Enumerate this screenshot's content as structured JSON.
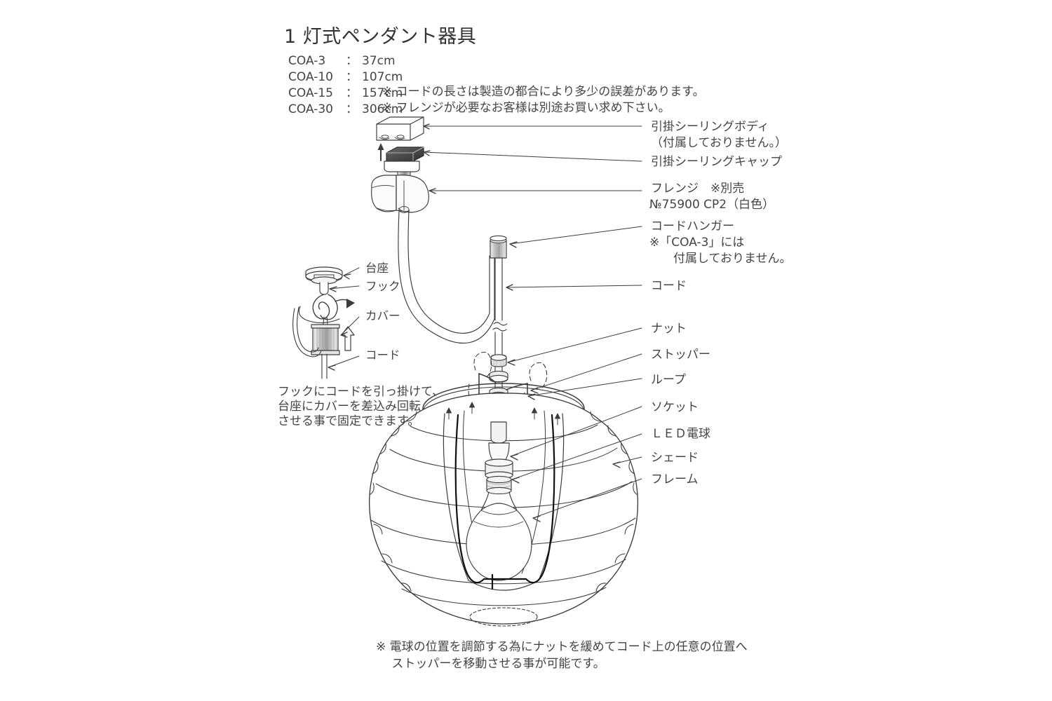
{
  "document": {
    "title": "1 灯式ペンダント器具",
    "background_color": "#ffffff",
    "line_color": "#3c3c3c",
    "text_color": "#444444"
  },
  "specs": {
    "rows": [
      {
        "model": "COA-3",
        "sep": "：",
        "length": "37cm"
      },
      {
        "model": "COA-10",
        "sep": "：",
        "length": "107cm"
      },
      {
        "model": "COA-15",
        "sep": "：",
        "length": "157cm"
      },
      {
        "model": "COA-30",
        "sep": "：",
        "length": "306cm"
      }
    ]
  },
  "notes": {
    "cord_tolerance": "※ コードの長さは製造の都合により多少の誤差があります。",
    "flange_separate": "※ フレンジが必要なお客様は別途お買い求め下さい。"
  },
  "callouts_right": [
    {
      "id": "ceiling-body",
      "line1": "引掛シーリングボディ",
      "line2": "（付属しておりません。）",
      "line3": ""
    },
    {
      "id": "ceiling-cap",
      "line1": "引掛シーリングキャップ",
      "line2": "",
      "line3": ""
    },
    {
      "id": "flange",
      "line1": "フレンジ　※別売",
      "line2": "№75900 CP2（白色）",
      "line3": ""
    },
    {
      "id": "cord-hanger",
      "line1": "コードハンガー",
      "line2": "※「COA-3」には",
      "line3": "　　付属しておりません。"
    },
    {
      "id": "cord",
      "line1": "コード",
      "line2": "",
      "line3": ""
    },
    {
      "id": "nut",
      "line1": "ナット",
      "line2": "",
      "line3": ""
    },
    {
      "id": "stopper",
      "line1": "ストッパー",
      "line2": "",
      "line3": ""
    },
    {
      "id": "loop",
      "line1": "ループ",
      "line2": "",
      "line3": ""
    },
    {
      "id": "socket",
      "line1": "ソケット",
      "line2": "",
      "line3": ""
    },
    {
      "id": "led-bulb",
      "line1": "ＬＥＤ電球",
      "line2": "",
      "line3": ""
    },
    {
      "id": "shade",
      "line1": "シェード",
      "line2": "",
      "line3": ""
    },
    {
      "id": "frame",
      "line1": "フレーム",
      "line2": "",
      "line3": ""
    }
  ],
  "inset": {
    "labels": [
      {
        "id": "base",
        "text": "台座"
      },
      {
        "id": "hook",
        "text": "フック"
      },
      {
        "id": "cover",
        "text": "カバー"
      },
      {
        "id": "cord",
        "text": "コード"
      }
    ],
    "caption": {
      "line1": "フックにコードを引っ掛けて、",
      "line2": "台座にカバーを差込み回転",
      "line3": "させる事で固定できます。"
    }
  },
  "footnote": {
    "line1": "※ 電球の位置を調節する為にナットを緩めてコード上の任意の位置へ",
    "line2": "　 ストッパーを移動させる事が可能です。"
  }
}
